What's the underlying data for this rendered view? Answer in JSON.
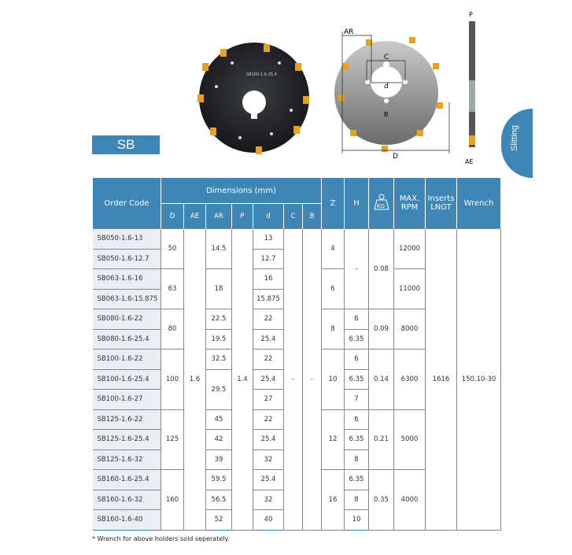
{
  "title": "SB",
  "side_tab": "Slitting",
  "drawing_labels": {
    "ar": "AR",
    "c": "C",
    "d": "d",
    "b": "B",
    "D": "D",
    "p": "P",
    "ae": "AE",
    "engraving": "SB100-1.6-25.4"
  },
  "headers": {
    "order_code": "Order Code",
    "dimensions": "Dimensions (mm)",
    "sub": [
      "D",
      "AE",
      "AR",
      "P",
      "d",
      "C",
      "B"
    ],
    "z": "Z",
    "h": "H",
    "kg": "KG",
    "rpm_line1": "MAX.",
    "rpm_line2": "RPM",
    "inserts_line1": "Inserts",
    "inserts_line2": "LNGT",
    "wrench": "Wrench"
  },
  "columns": {
    "code": [
      [
        "SB050-1.6-13",
        1
      ],
      [
        "SB050-1.6-12.7",
        1
      ],
      [
        "SB063-1.6-16",
        1
      ],
      [
        "SB063-1.6-15.875",
        1
      ],
      [
        "SB080-1.6-22",
        1
      ],
      [
        "SB080-1.6-25.4",
        1
      ],
      [
        "SB100-1.6-22",
        1
      ],
      [
        "SB100-1.6-25.4",
        1
      ],
      [
        "SB100-1.6-27",
        1
      ],
      [
        "SB125-1.6-22",
        1
      ],
      [
        "SB125-1.6-25.4",
        1
      ],
      [
        "SB125-1.6-32",
        1
      ],
      [
        "SB160-1.6-25.4",
        1
      ],
      [
        "SB160-1.6-32",
        1
      ],
      [
        "SB160-1.6-40",
        1
      ]
    ],
    "D": [
      [
        "50",
        2
      ],
      [
        "63",
        2
      ],
      [
        "80",
        2
      ],
      [
        "100",
        3
      ],
      [
        "125",
        3
      ],
      [
        "160",
        3
      ]
    ],
    "AE": [
      [
        "1.6",
        15
      ]
    ],
    "AR": [
      [
        "14.5",
        2
      ],
      [
        "18",
        2
      ],
      [
        "22.5",
        1
      ],
      [
        "19.5",
        1
      ],
      [
        "32.5",
        1
      ],
      [
        "29.5",
        2
      ],
      [
        "45",
        1
      ],
      [
        "42",
        1
      ],
      [
        "39",
        1
      ],
      [
        "59.5",
        1
      ],
      [
        "56.5",
        1
      ],
      [
        "52",
        1
      ]
    ],
    "P": [
      [
        "1.4",
        15
      ]
    ],
    "d": [
      [
        "13",
        1
      ],
      [
        "12.7",
        1
      ],
      [
        "16",
        1
      ],
      [
        "15.875",
        1
      ],
      [
        "22",
        1
      ],
      [
        "25.4",
        1
      ],
      [
        "22",
        1
      ],
      [
        "25.4",
        1
      ],
      [
        "27",
        1
      ],
      [
        "22",
        1
      ],
      [
        "25.4",
        1
      ],
      [
        "32",
        1
      ],
      [
        "25.4",
        1
      ],
      [
        "32",
        1
      ],
      [
        "40",
        1
      ]
    ],
    "C": [
      [
        "-",
        15
      ]
    ],
    "B": [
      [
        "-",
        15
      ]
    ],
    "Z": [
      [
        "4",
        2
      ],
      [
        "6",
        2
      ],
      [
        "8",
        2
      ],
      [
        "10",
        3
      ],
      [
        "12",
        3
      ],
      [
        "16",
        3
      ]
    ],
    "H": [
      [
        "-",
        4
      ],
      [
        "6",
        1
      ],
      [
        "6.35",
        1
      ],
      [
        "6",
        1
      ],
      [
        "6.35",
        1
      ],
      [
        "7",
        1
      ],
      [
        "6",
        1
      ],
      [
        "6.35",
        1
      ],
      [
        "8",
        1
      ],
      [
        "6.35",
        1
      ],
      [
        "8",
        1
      ],
      [
        "10",
        1
      ]
    ],
    "KG": [
      [
        "0.08",
        4
      ],
      [
        "0.09",
        2
      ],
      [
        "0.14",
        3
      ],
      [
        "0.21",
        3
      ],
      [
        "0.35",
        3
      ]
    ],
    "RPM": [
      [
        "12000",
        2
      ],
      [
        "11000",
        2
      ],
      [
        "8000",
        2
      ],
      [
        "6300",
        3
      ],
      [
        "5000",
        3
      ],
      [
        "4000",
        3
      ]
    ],
    "Inserts": [
      [
        "1616",
        15
      ]
    ],
    "Wrench": [
      [
        "150.10-30",
        15
      ]
    ]
  },
  "footnote": "* Wrench for above holders sold seperately.",
  "colors": {
    "accent": "#3d86b5",
    "insert": "#e8a21a"
  }
}
